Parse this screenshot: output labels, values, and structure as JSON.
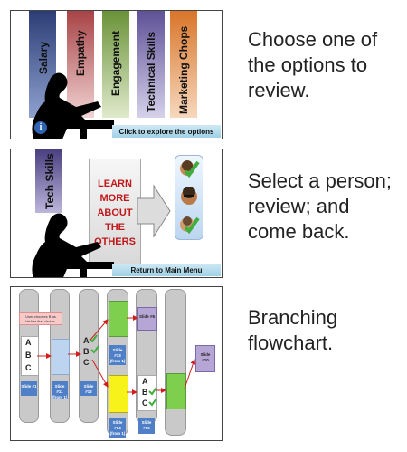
{
  "panel1": {
    "banners": [
      {
        "label": "Salary",
        "color": "#3b4f8c"
      },
      {
        "label": "Empathy",
        "color": "#b8585a"
      },
      {
        "label": "Engagement",
        "color": "#7ea24a"
      },
      {
        "label": "Technical Skills",
        "color": "#7064a8"
      },
      {
        "label": "Marketing Chops",
        "color": "#e0873a"
      }
    ],
    "info_icon": "i",
    "bottom_bar": "Click to explore the options"
  },
  "caption1": "Choose one of the options to review.",
  "panel2": {
    "banner": {
      "label": "Tech Skills",
      "color": "#5a4f8e"
    },
    "learn_more": "LEARN\nMORE\nABOUT\nTHE\nOTHERS",
    "bottom_bar": "Return to Main Menu"
  },
  "caption2": "Select a person; review; and come back.",
  "panel3": {
    "note": "User chooses B as his/her first choice.",
    "slides": [
      {
        "label": "Slide #1",
        "sub": ""
      },
      {
        "label": "Slide #11",
        "sub": "(from 1)"
      },
      {
        "label": "Slide #12",
        "sub": ""
      },
      {
        "label": "Slide #13",
        "sub": "(from 1)"
      },
      {
        "label": "Slide #6",
        "sub": ""
      },
      {
        "label": "Slide #14",
        "sub": "(from 1)"
      },
      {
        "label": "Slide #15",
        "sub": ""
      },
      {
        "label": "Slide #10",
        "sub": ""
      }
    ],
    "choices": [
      "A",
      "B",
      "C"
    ]
  },
  "caption3": "Branching flowchart."
}
